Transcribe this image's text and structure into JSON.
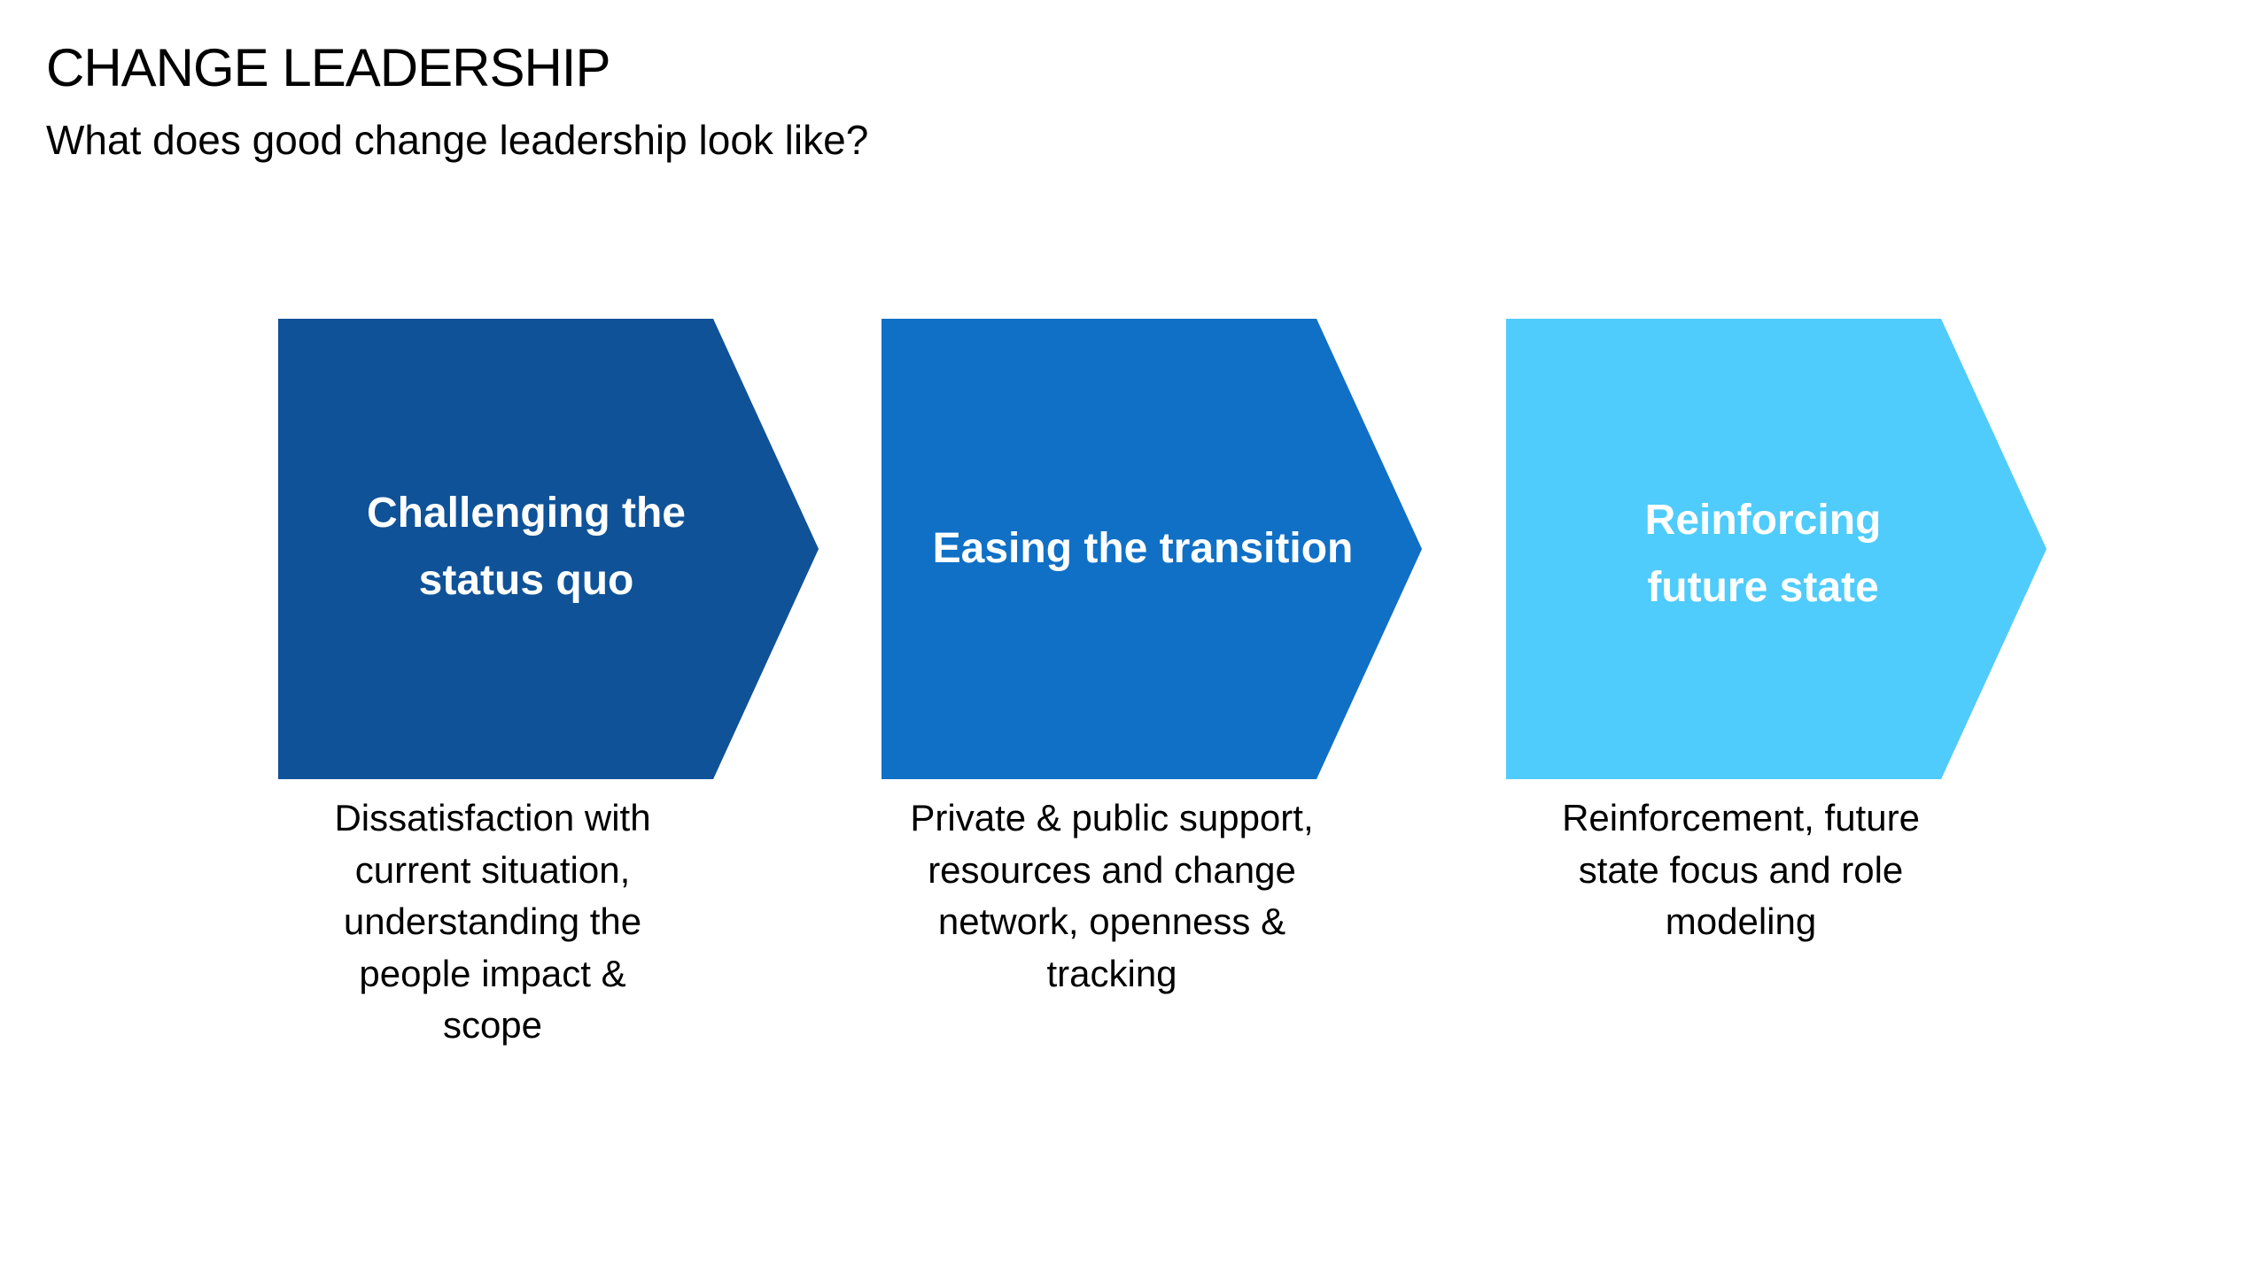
{
  "slide": {
    "title": "CHANGE LEADERSHIP",
    "subtitle": "What does good change leadership look like?"
  },
  "steps": [
    {
      "label_lines": [
        "Challenging the",
        "status quo"
      ],
      "color": "#0F5298",
      "description_lines": [
        "Dissatisfaction with",
        "current situation,",
        "understanding the",
        "people impact &",
        "scope"
      ]
    },
    {
      "label_lines": [
        "Easing the transition"
      ],
      "color": "#1070C6",
      "description_lines": [
        "Private & public support,",
        "resources and change",
        "network, openness &",
        "tracking"
      ]
    },
    {
      "label_lines": [
        "Reinforcing",
        "future state"
      ],
      "color": "#4FCCFB",
      "description_lines": [
        "Reinforcement, future",
        "state focus and role",
        "modeling"
      ]
    }
  ]
}
